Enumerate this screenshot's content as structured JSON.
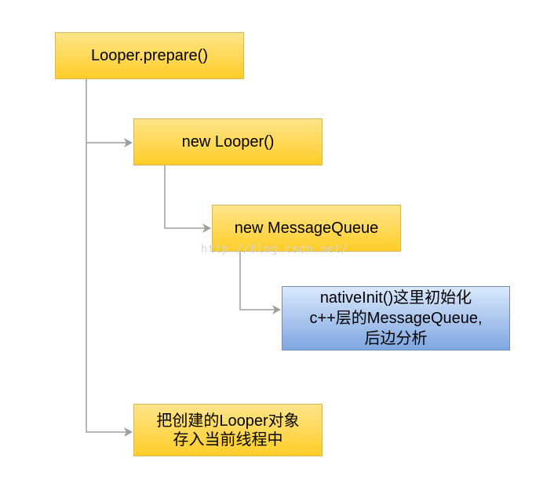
{
  "diagram": {
    "nodes": {
      "prepare": "Looper.prepare()",
      "new_looper": "new Looper()",
      "new_message_queue": "new MessageQueue",
      "native_init": "nativeInit()这里初始化\nc++层的MessageQueue,\n后边分析",
      "store_looper": "把创建的Looper对象\n存入当前线程中"
    },
    "watermark": "http://blog.csdn.net/"
  },
  "colors": {
    "yellow_fill": "#ffd966",
    "yellow_border": "#d6b656",
    "blue_fill": "#a9c4eb",
    "blue_border": "#6c8ebf",
    "connector": "#9e9e9e"
  }
}
